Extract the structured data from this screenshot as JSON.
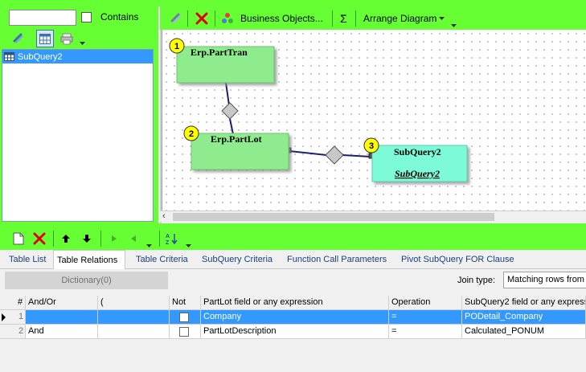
{
  "left_panel": {
    "filter_value": "",
    "contains_label": "Contains",
    "tables": [
      {
        "label": "SubQuery2",
        "selected": true
      }
    ]
  },
  "diagram_toolbar": {
    "business_objects_label": "Business Objects...",
    "sum_symbol": "Σ",
    "arrange_label": "Arrange Diagram"
  },
  "diagram": {
    "nodes": [
      {
        "number": "1",
        "title": "Erp.PartTran",
        "subtitle": "",
        "color": "#8eec8e"
      },
      {
        "number": "2",
        "title": "Erp.PartLot",
        "subtitle": "",
        "color": "#8eec8e"
      },
      {
        "number": "3",
        "title": "SubQuery2",
        "subtitle": "SubQuery2",
        "color": "#7dfad8"
      }
    ]
  },
  "tabs": [
    {
      "label": "Table List",
      "active": false
    },
    {
      "label": "Table Relations",
      "active": true
    },
    {
      "label": "Table Criteria",
      "active": false
    },
    {
      "label": "SubQuery Criteria",
      "active": false
    },
    {
      "label": "Function Call Parameters",
      "active": false
    },
    {
      "label": "Pivot SubQuery FOR Clause",
      "active": false
    }
  ],
  "relations": {
    "dictionary_label": "Dictionary(0)",
    "join_type_label": "Join type:",
    "join_type_value": "Matching rows from",
    "columns": [
      "#",
      "And/Or",
      "(",
      "Not",
      "PartLot field or any expression",
      "Operation",
      "SubQuery2 field or any express"
    ],
    "rows": [
      {
        "num": "1",
        "and_or": "",
        "paren": "",
        "not": false,
        "left_field": "Company",
        "operation": "=",
        "right_field": "PODetail_Company",
        "selected": true
      },
      {
        "num": "2",
        "and_or": "And",
        "paren": "",
        "not": false,
        "left_field": "PartLotDescription",
        "operation": "=",
        "right_field": "Calculated_PONUM",
        "selected": false
      }
    ]
  },
  "colors": {
    "toolbar_green": "#66ff33",
    "selection_blue": "#3399ff",
    "node_green": "#8eec8e",
    "node_cyan": "#7dfad8"
  }
}
